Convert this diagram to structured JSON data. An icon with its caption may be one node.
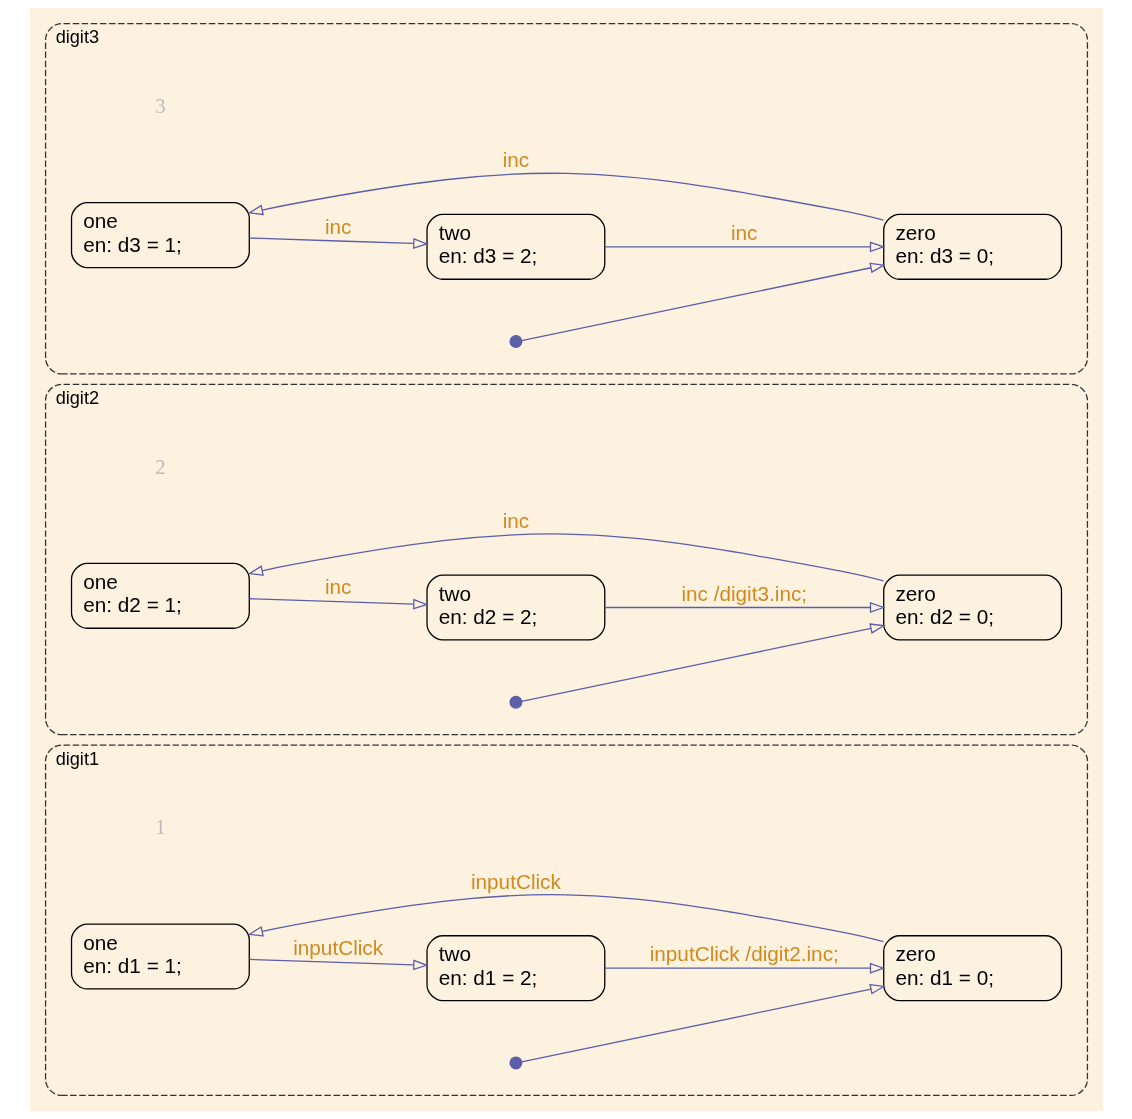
{
  "diagram": {
    "nodes": [
      {
        "text": [
          "digit1"
        ],
        "beside": [
          "1"
        ]
      },
      {
        "text": [
          "one",
          "en: d1 = 1;"
        ],
        "in": 0
      },
      {
        "text": [],
        "shape": "circle",
        "in": 0
      },
      {
        "text": [
          "zero",
          "en: d1 = 0;"
        ],
        "in": 0
      },
      {
        "text": [
          "two",
          "en: d1 = 2;"
        ],
        "in": 0
      },
      {
        "text": [
          "digit2"
        ],
        "beside": [
          "2"
        ]
      },
      {
        "text": [
          "one",
          "en: d2 = 1;"
        ],
        "in": 5
      },
      {
        "text": [],
        "shape": "circle",
        "in": 5
      },
      {
        "text": [
          "zero",
          "en: d2 = 0;"
        ],
        "in": 5
      },
      {
        "text": [
          "two",
          "en: d2 = 2;"
        ],
        "in": 5
      },
      {
        "text": [
          "digit3"
        ],
        "beside": [
          "3"
        ]
      },
      {
        "text": [
          "one",
          "en: d3 = 1;"
        ],
        "in": 10
      },
      {
        "text": [],
        "shape": "circle",
        "in": 10
      },
      {
        "text": [
          "zero",
          "en: d3 = 0;"
        ],
        "in": 10
      },
      {
        "text": [
          "two",
          "en: d3 = 2;"
        ],
        "in": 10
      }
    ],
    "edges": [
      {
        "from": 2,
        "to": 3,
        "arrow": "to"
      },
      {
        "from": 3,
        "to": 1,
        "arrow": "to",
        "label": "inputClick"
      },
      {
        "from": 1,
        "to": 4,
        "arrow": "to",
        "label": "inputClick"
      },
      {
        "from": 4,
        "to": 3,
        "arrow": "to",
        "label": "inputClick /digit2.inc;"
      },
      {
        "from": 7,
        "to": 8,
        "arrow": "to"
      },
      {
        "from": 8,
        "to": 6,
        "arrow": "to",
        "label": "inc"
      },
      {
        "from": 6,
        "to": 9,
        "arrow": "to",
        "label": "inc"
      },
      {
        "from": 9,
        "to": 8,
        "arrow": "to",
        "label": "inc /digit3.inc;"
      },
      {
        "from": 12,
        "to": 13,
        "arrow": "to"
      },
      {
        "from": 13,
        "to": 11,
        "arrow": "to",
        "label": "inc"
      },
      {
        "from": 11,
        "to": 14,
        "arrow": "to",
        "label": "inc"
      },
      {
        "from": 14,
        "to": 13,
        "arrow": "to",
        "label": "inc"
      }
    ]
  }
}
